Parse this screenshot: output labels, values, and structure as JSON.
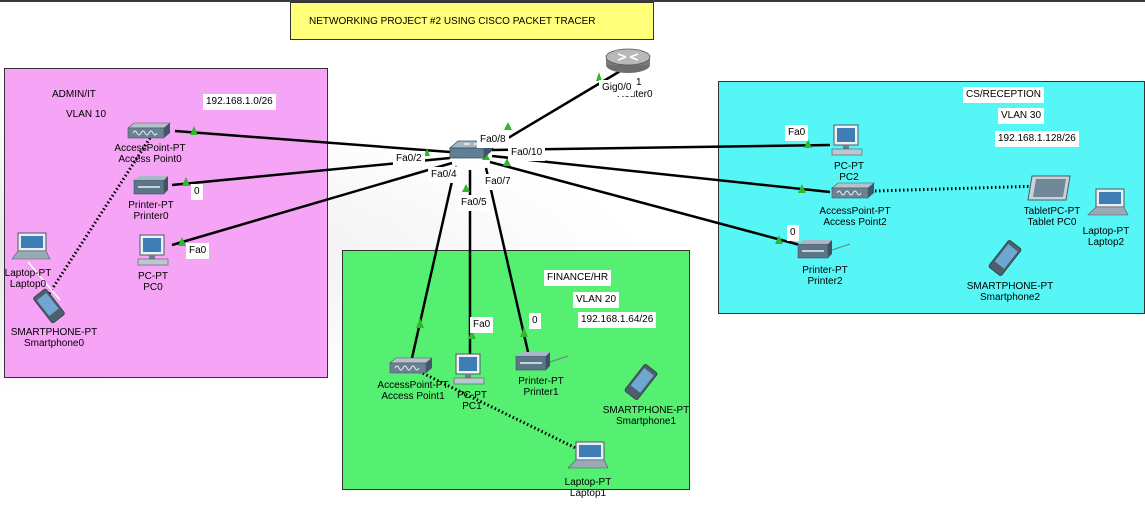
{
  "title": "NETWORKING PROJECT #2 USING CISCO PACKET TRACER",
  "zones": {
    "admin": {
      "name": "ADMIN/IT",
      "vlan": "VLAN 10",
      "subnet": "192.168.1.0/26"
    },
    "finance": {
      "name": "FINANCE/HR",
      "vlan": "VLAN 20",
      "subnet": "192.168.1.64/26"
    },
    "cs": {
      "name": "CS/RECEPTION",
      "vlan": "VLAN 30",
      "subnet": "192.168.1.128/26"
    }
  },
  "colors": {
    "admin": "#f6a4f6",
    "finance": "#55ef72",
    "cs": "#56f6f6",
    "title": "#ffff7a",
    "link": "#000000",
    "link_up": "#2eb82e"
  },
  "devices": {
    "router": {
      "model": "1",
      "name": "Router0",
      "port": "Gig0/0"
    },
    "switch": {
      "ports": [
        "Fa0/8",
        "Fa0/2",
        "Fa0/4",
        "Fa0/5",
        "Fa0/7",
        "Fa0/10"
      ]
    },
    "ap0": {
      "model": "AccessPoint-PT",
      "name": "Access Point0"
    },
    "printer0": {
      "model": "Printer-PT",
      "name": "Printer0",
      "port": "0"
    },
    "pc0": {
      "model": "PC-PT",
      "name": "PC0",
      "port": "Fa0"
    },
    "laptop0": {
      "model": "Laptop-PT",
      "name": "Laptop0"
    },
    "smartphone0": {
      "model": "SMARTPHONE-PT",
      "name": "Smartphone0"
    },
    "ap1": {
      "model": "AccessPoint-PT",
      "name": "Access Point1"
    },
    "pc1": {
      "model": "PC-PT",
      "name": "PC1",
      "port": "Fa0"
    },
    "printer1": {
      "model": "Printer-PT",
      "name": "Printer1",
      "port": "0"
    },
    "smartphone1": {
      "model": "SMARTPHONE-PT",
      "name": "Smartphone1"
    },
    "laptop1": {
      "model": "Laptop-PT",
      "name": "Laptop1"
    },
    "pc2": {
      "model": "PC-PT",
      "name": "PC2",
      "port": "Fa0"
    },
    "ap2": {
      "model": "AccessPoint-PT",
      "name": "Access Point2"
    },
    "printer2": {
      "model": "Printer-PT",
      "name": "Printer2",
      "port": "0"
    },
    "tablet0": {
      "model": "TabletPC-PT",
      "name": "Tablet PC0"
    },
    "laptop2": {
      "model": "Laptop-PT",
      "name": "Laptop2"
    },
    "smartphone2": {
      "model": "SMARTPHONE-PT",
      "name": "Smartphone2"
    }
  }
}
